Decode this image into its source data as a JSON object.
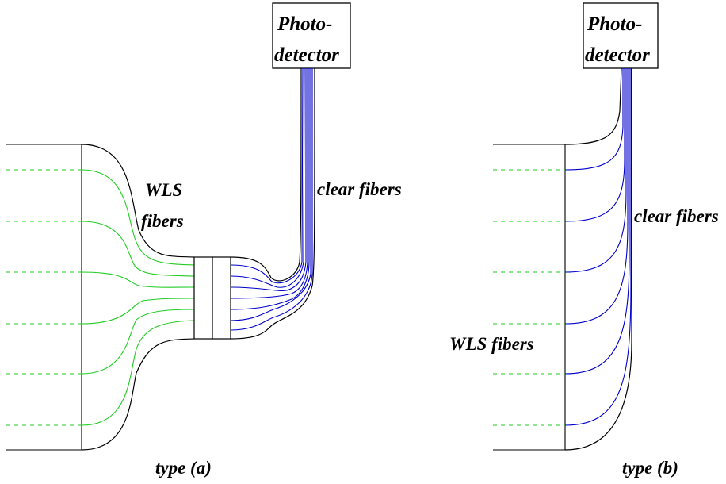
{
  "diagram": {
    "panel_a": {
      "detector_line1": "Photo-",
      "detector_line2": "detector",
      "wls_line1": "WLS",
      "wls_line2": "fibers",
      "clear_label": "clear fibers",
      "caption": "type (a)"
    },
    "panel_b": {
      "detector_line1": "Photo-",
      "detector_line2": "detector",
      "clear_label": "clear fibers",
      "wls_label": "WLS fibers",
      "caption": "type (b)"
    },
    "colors": {
      "wls_fiber": "#22cc22",
      "clear_fiber": "#0000cc",
      "outline": "#000000"
    }
  }
}
